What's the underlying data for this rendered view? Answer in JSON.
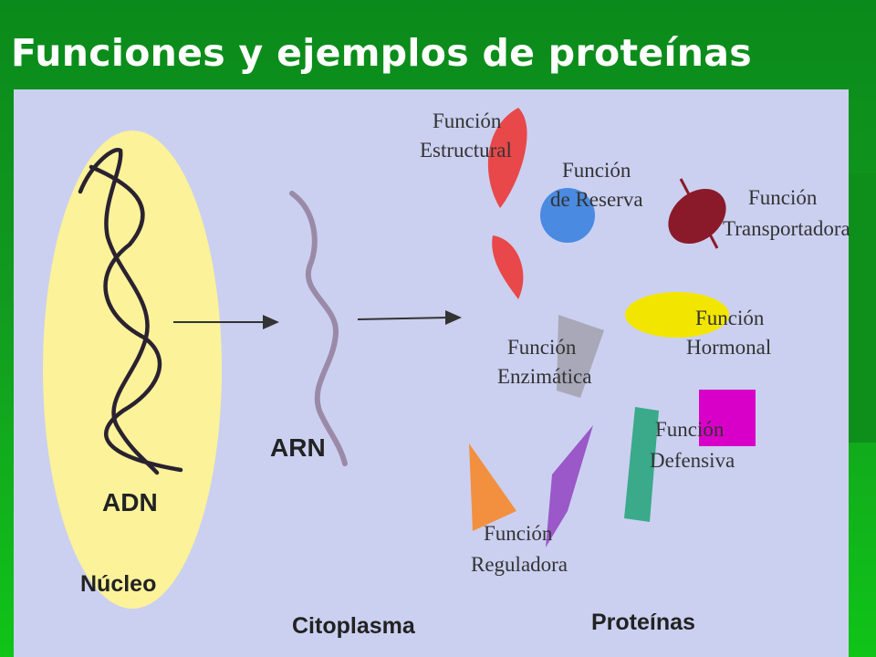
{
  "title": "Funciones y ejemplos de proteínas",
  "regions": {
    "nucleus": "Núcleo",
    "cytoplasm": "Citoplasma",
    "proteins": "Proteínas"
  },
  "molecules": {
    "dna": "ADN",
    "rna": "ARN"
  },
  "functions": [
    {
      "id": "estructural",
      "line1": "Función",
      "line2": "Estructural",
      "color": "#e8484a"
    },
    {
      "id": "reserva",
      "line1": "Función",
      "line2": "de Reserva",
      "color": "#4a8ae0"
    },
    {
      "id": "transportadora",
      "line1": "Función",
      "line2": "Transportadora",
      "color": "#8a1a2a"
    },
    {
      "id": "hormonal",
      "line1": "Función",
      "line2": "Hormonal",
      "color": "#f2e600"
    },
    {
      "id": "enzimatica",
      "line1": "Función",
      "line2": "Enzimática",
      "color": "#a8a8b8"
    },
    {
      "id": "defensiva",
      "line1": "Función",
      "line2": "Defensiva",
      "color": "#d800c8"
    },
    {
      "id": "defensiva-bar",
      "color": "#3aaa8a"
    },
    {
      "id": "reguladora",
      "line1": "Función",
      "line2": "Reguladora",
      "color": "#f29040"
    },
    {
      "id": "reguladora-purple",
      "color": "#9a58c8"
    }
  ],
  "colors": {
    "background_green": "#129a20",
    "panel": "#cbd0f0",
    "nucleus_fill": "#fbf29a",
    "dna_strand": "#2a2230",
    "rna_strand": "#9a8aa8"
  }
}
